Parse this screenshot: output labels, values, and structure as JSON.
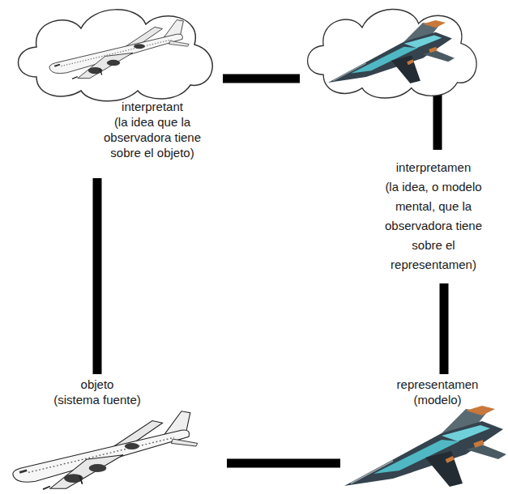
{
  "diagram": {
    "nodes": [
      {
        "text": [
          "interpretant",
          "(la idea que la observadora tiene sobre el objeto)"
        ]
      },
      {
        "text": [
          "interpretamen",
          "(la idea, o modelo mental, que la observadora tiene sobre el representamen)"
        ]
      },
      {
        "text": [
          "objeto",
          "(sistema fuente)"
        ]
      },
      {
        "text": [
          "representamen",
          "(modelo)"
        ]
      }
    ],
    "edges": [
      {
        "from": 0,
        "to": 1,
        "arrow": "none"
      },
      {
        "from": 0,
        "to": 2,
        "arrow": "none"
      },
      {
        "from": 2,
        "to": 3,
        "arrow": "none"
      },
      {
        "from": 1,
        "to": 3,
        "arrow": "none"
      }
    ]
  }
}
